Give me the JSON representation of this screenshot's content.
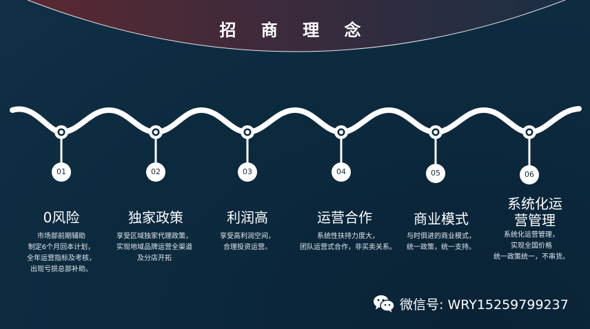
{
  "title": "招 商 理 念",
  "steps": [
    {
      "num": "01",
      "title": "0风险",
      "desc": [
        "市场部前期辅助",
        "制定6个月回本计划，",
        "全年运营指标及考核，",
        "出现亏损总部补助。"
      ]
    },
    {
      "num": "02",
      "title": "独家政策",
      "desc": [
        "享受区域独家代理政策，",
        "实现地域品牌运营全渠道",
        "及分店开拓"
      ]
    },
    {
      "num": "03",
      "title": "利润高",
      "desc": [
        "享受高利润空间，",
        "合理投资运营。"
      ]
    },
    {
      "num": "04",
      "title": "运营合作",
      "desc": [
        "系统性扶持力度大，",
        "团队运营式合作，非买卖关系。"
      ]
    },
    {
      "num": "05",
      "title": "商业模式",
      "desc": [
        "与时俱进的商业模式，",
        "统一政策，统一支持。"
      ]
    },
    {
      "num": "06",
      "title": [
        "系统化运",
        "营管理"
      ],
      "desc": [
        "系统化运营管理，",
        "实现全国价格",
        "统一政策统一，不串货。"
      ]
    }
  ],
  "wechat": {
    "icon": "wechat-icon",
    "label": "微信号: WRY15259799237"
  },
  "colors": {
    "background": "#0c2a3e",
    "header_gradient_start": "#5a2832",
    "header_gradient_end": "#1b2f45",
    "line": "#ffffff"
  }
}
